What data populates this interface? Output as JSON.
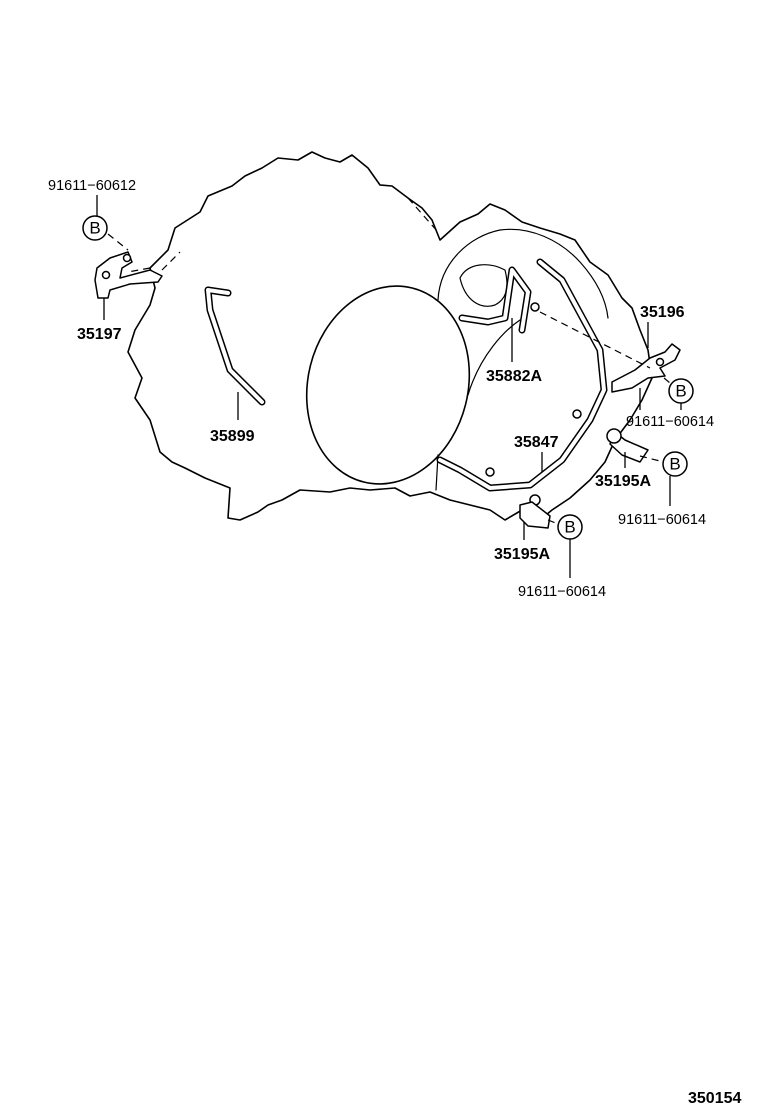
{
  "labels": {
    "p35197": "35197",
    "p35899": "35899",
    "p35882A": "35882A",
    "p35196": "35196",
    "p35847": "35847",
    "p35195A_right": "35195A",
    "p35195A_bottom": "35195A"
  },
  "bolts": {
    "b_left": "91611−60612",
    "b_right_upper": "91611−60614",
    "b_right_lower": "91611−60614",
    "b_bottom": "91611−60614"
  },
  "marker_letter": "B",
  "diagram_code": "350154"
}
